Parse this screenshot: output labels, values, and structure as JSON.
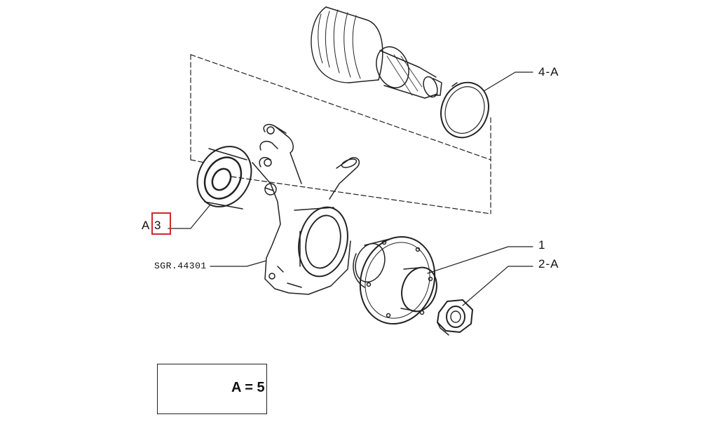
{
  "labels": {
    "part_4": "4-A",
    "part_1": "1",
    "part_2": "2-A",
    "part_3_prefix": "A",
    "part_3_number": "3",
    "reference_code": "SGR.44301"
  },
  "legend": {
    "text": "A = 5"
  },
  "colors": {
    "line": "#222222",
    "highlight": "#d0282d",
    "background": "#ffffff"
  }
}
